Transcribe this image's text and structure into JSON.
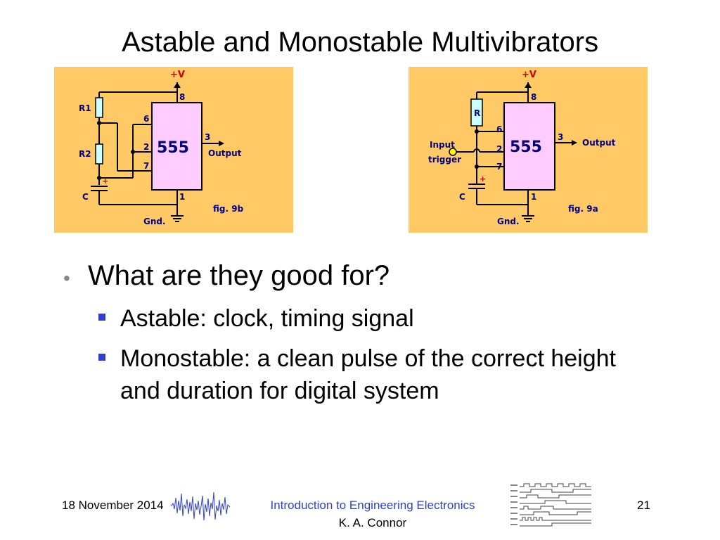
{
  "slide": {
    "title": "Astable and Monostable Multivibrators"
  },
  "figures": {
    "left": {
      "plus_v": "+V",
      "chip": "555",
      "pin8": "8",
      "pin6": "6",
      "pin2": "2",
      "pin7": "7",
      "pin3": "3",
      "pin1": "1",
      "r1": "R1",
      "r2": "R2",
      "c": "C",
      "cap_plus": "+",
      "output": "Output",
      "gnd": "Gnd.",
      "caption": "fig. 9b"
    },
    "right": {
      "plus_v": "+V",
      "chip": "555",
      "pin8": "8",
      "pin6": "6",
      "pin2": "2",
      "pin7": "7",
      "pin3": "3",
      "pin1": "1",
      "r": "R",
      "c": "C",
      "cap_plus": "+",
      "input": "Input",
      "trigger": "trigger",
      "output": "Output",
      "gnd": "Gnd.",
      "caption": "fig. 9a"
    },
    "colors": {
      "background": "#ffc966",
      "chip": "#ffccff",
      "resistor": "#ccffff",
      "wire": "#000000",
      "node": "#ffff00"
    }
  },
  "bullets": {
    "main": "What are they good for?",
    "sub1": "Astable: clock, timing signal",
    "sub2": "Monostable: a clean pulse of the correct height and duration for digital system"
  },
  "footer": {
    "date": "18 November 2014",
    "course": "Introduction to Engineering Electronics",
    "author": "K. A. Connor",
    "page": "21"
  }
}
